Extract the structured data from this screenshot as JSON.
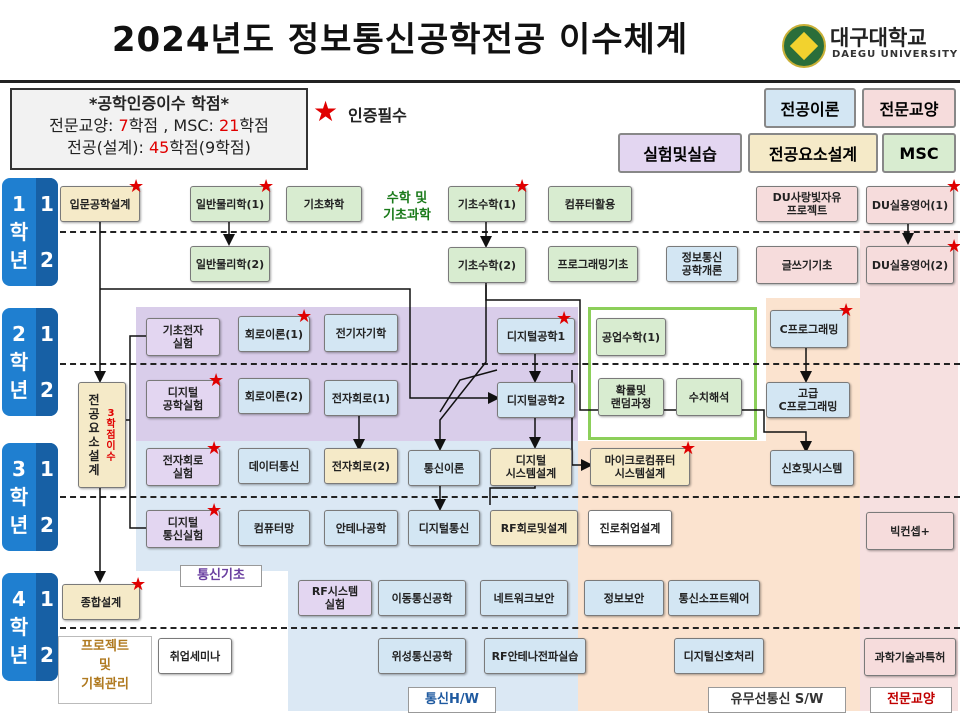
{
  "title": "2024년도 정보통신공학전공 이수체계",
  "logo": {
    "name_ko": "대구대학교",
    "name_en": "DAEGU UNIVERSITY"
  },
  "credits": {
    "heading": "*공학인증이수 학점*",
    "line1_prefix": "전문교양: ",
    "line1_val1": "7",
    "line1_mid": "학점 , MSC: ",
    "line1_val2": "21",
    "line1_suffix": "학점",
    "line2_prefix": "전공(설계): ",
    "line2_val": "45",
    "line2_suffix": "학점(9학점)"
  },
  "star_legend": {
    "symbol": "★",
    "label": "인증필수"
  },
  "legend": {
    "major_theory": "전공이론",
    "liberal_arts": "전문교양",
    "lab": "실험및실습",
    "design": "전공요소설계",
    "msc": "MSC"
  },
  "years": [
    {
      "label": [
        "1",
        "학",
        "년"
      ],
      "sems": [
        "1",
        "2"
      ]
    },
    {
      "label": [
        "2",
        "학",
        "년"
      ],
      "sems": [
        "1",
        "2"
      ]
    },
    {
      "label": [
        "3",
        "학",
        "년"
      ],
      "sems": [
        "1",
        "2"
      ]
    },
    {
      "label": [
        "4",
        "학",
        "년"
      ],
      "sems": [
        "1",
        "2"
      ]
    }
  ],
  "math_label": "수학 및\n기초과학",
  "design_side": {
    "text": "전공요소설계",
    "note": "3학점이수"
  },
  "project_label": "프로젝트\n및\n기획관리",
  "region_labels": {
    "comm_basic": "통신기초",
    "comm_hw": "통신H/W",
    "comm_sw": "유무선통신 S/W",
    "liberal": "전문교양"
  },
  "courses": {
    "c_intro_design": "입문공학설계",
    "c_phys1": "일반물리학(1)",
    "c_chem": "기초화학",
    "c_math1": "기초수학(1)",
    "c_computer": "컴퓨터활용",
    "c_du_love": "DU사랑빛자유\n프로젝트",
    "c_du_eng1": "DU실용영어(1)",
    "c_phys2": "일반물리학(2)",
    "c_math2": "기초수학(2)",
    "c_prog_basic": "프로그래밍기초",
    "c_ict_intro": "정보통신\n공학개론",
    "c_writing": "글쓰기기초",
    "c_du_eng2": "DU실용영어(2)",
    "c_basic_elec_lab": "기초전자\n실험",
    "c_circuit1": "회로이론(1)",
    "c_em": "전기자기학",
    "c_digital1": "디지털공학1",
    "c_eng_math1": "공업수학(1)",
    "c_cprog": "C프로그래밍",
    "c_digital_lab": "디지털\n공학실험",
    "c_circuit2": "회로이론(2)",
    "c_elec_circ1": "전자회로(1)",
    "c_digital2": "디지털공학2",
    "c_prob": "확률및\n랜덤과정",
    "c_numerical": "수치해석",
    "c_adv_cprog": "고급\nC프로그래밍",
    "c_elec_circ_lab": "전자회로\n실험",
    "c_data_comm": "데이터통신",
    "c_elec_circ2": "전자회로(2)",
    "c_comm_theory": "통신이론",
    "c_digital_sys": "디지털\n시스템설계",
    "c_micro": "마이크로컴퓨터\n시스템설계",
    "c_signal": "신호및시스템",
    "c_digital_comm_lab": "디지털\n통신실험",
    "c_comp_net": "컴퓨터망",
    "c_antenna": "안테나공학",
    "c_digital_comm": "디지털통신",
    "c_rf_circuit": "RF회로및설계",
    "c_career_design": "진로취업설계",
    "c_bigconcept": "빅컨셉+",
    "c_capstone": "종합설계",
    "c_rf_sys_lab": "RF시스템\n실험",
    "c_mobile": "이동통신공학",
    "c_net_sec": "네트워크보안",
    "c_info_sec": "정보보안",
    "c_comm_sw": "통신소프트웨어",
    "c_job_seminar": "취업세미나",
    "c_satellite": "위성통신공학",
    "c_rf_antenna_lab": "RF안테나전파실습",
    "c_dsp": "디지털신호처리",
    "c_sci_patent": "과학기술과특허"
  },
  "colors": {
    "year_bar": "#1f7fd0",
    "star": "#e00000",
    "comm_basic_region": "#d9cdea",
    "comm_hw_region": "#dbe8f4",
    "sw_region": "#fbe3cf",
    "liberal_region": "#f6e0e0"
  }
}
